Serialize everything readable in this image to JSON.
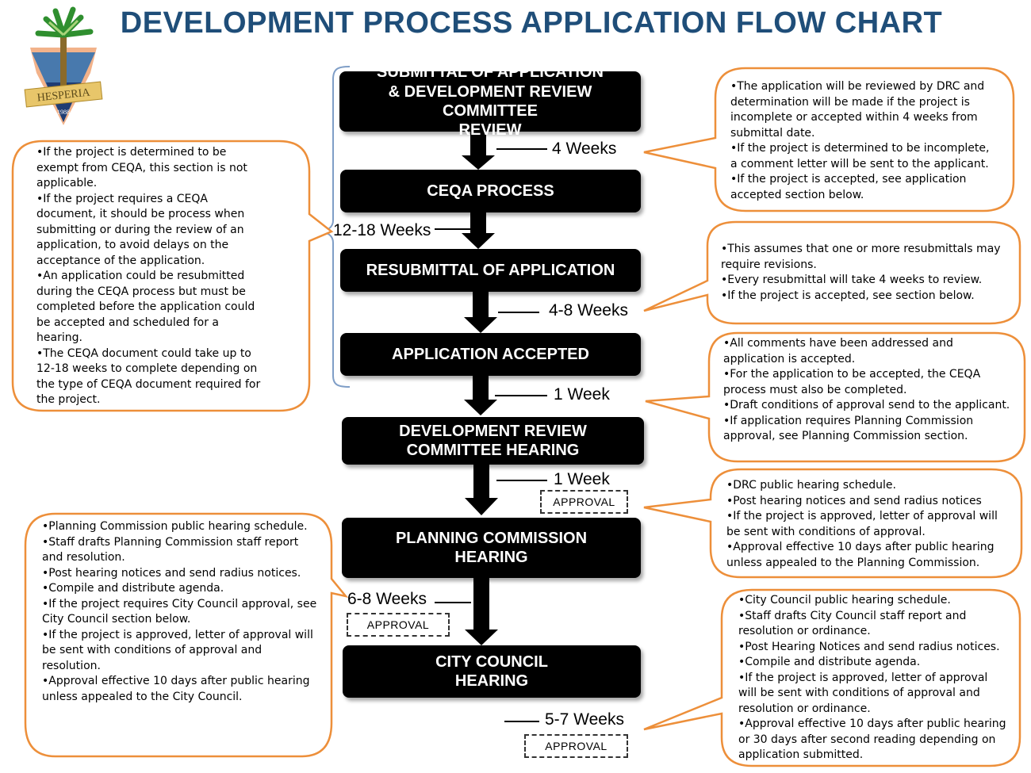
{
  "title": "DEVELOPMENT PROCESS APPLICATION FLOW CHART",
  "logo": {
    "text": "HESPERIA",
    "year": "1988"
  },
  "steps": [
    {
      "label": "SUBMITTAL OF APPLICATION\n& DEVELOPMENT REVIEW COMMITTEE\nREVIEW"
    },
    {
      "label": "CEQA PROCESS"
    },
    {
      "label": "RESUBMITTAL OF APPLICATION"
    },
    {
      "label": "APPLICATION ACCEPTED"
    },
    {
      "label": "DEVELOPMENT REVIEW\nCOMMITTEE  HEARING"
    },
    {
      "label": "PLANNING COMMISSION\nHEARING"
    },
    {
      "label": "CITY COUNCIL\nHEARING"
    }
  ],
  "durations": {
    "submittal": "4 Weeks",
    "ceqa": "12-18 Weeks",
    "resubmittal": "4-8 Weeks",
    "accepted": "1 Week",
    "drc": "1 Week",
    "planning": "6-8 Weeks",
    "council": "5-7 Weeks"
  },
  "approval_label": "APPROVAL",
  "notes": {
    "ceqa": [
      "•If the project is determined to be exempt from CEQA, this section is not applicable.",
      "•If the project requires a CEQA document, it should be process when submitting or during the review of an application, to avoid delays on the acceptance of the application.",
      "•An application could be resubmitted during the CEQA process but must be completed before the application could be accepted and scheduled for a hearing.",
      "•The CEQA document could take up to 12-18 weeks to complete depending on the type of CEQA document required for the project."
    ],
    "submittal": [
      "•The application will be reviewed by DRC and determination will be made if the project is incomplete or accepted within 4 weeks from submittal date.",
      "•If the project is determined to be incomplete, a comment letter will be sent to the applicant.",
      "•If the project is accepted, see application accepted section below."
    ],
    "resubmittal": [
      "•This assumes that one or more resubmittals may require revisions.",
      "•Every resubmittal will take 4 weeks to review.",
      "•If the project is accepted, see section below."
    ],
    "accepted": [
      "•All comments have been addressed and application is accepted.",
      "•For the application to be accepted, the CEQA process must also be completed.",
      "•Draft conditions of approval send to the applicant.",
      "•If application requires Planning Commission approval, see Planning Commission section."
    ],
    "drc": [
      "•DRC public hearing schedule.",
      "•Post hearing notices and send radius notices",
      "•If the project is approved, letter of approval will be sent with conditions of approval.",
      "•Approval effective 10 days after public hearing unless appealed to the Planning Commission."
    ],
    "planning": [
      "•Planning Commission public hearing schedule.",
      "•Staff drafts Planning Commission staff report and resolution.",
      "•Post hearing notices and send radius notices.",
      "•Compile and distribute agenda.",
      "•If the project requires City Council approval, see City Council section below.",
      "•If the project is approved, letter of approval will be sent with conditions of approval and resolution.",
      "•Approval effective 10 days after public hearing unless appealed to the City Council."
    ],
    "council": [
      "•City Council public hearing schedule.",
      "•Staff drafts City Council staff report and resolution or ordinance.",
      "•Post Hearing Notices and send radius notices.",
      "•Compile and distribute agenda.",
      "•If the project is approved, letter of approval will be sent with conditions of approval and resolution or ordinance.",
      "•Approval effective 10 days after public hearing or 30 days after second reading depending on application submitted."
    ]
  },
  "colors": {
    "title": "#1f4e79",
    "callout_border": "#ed8f3a",
    "bracket": "#7f9ec7",
    "step_fill": "#000000"
  }
}
